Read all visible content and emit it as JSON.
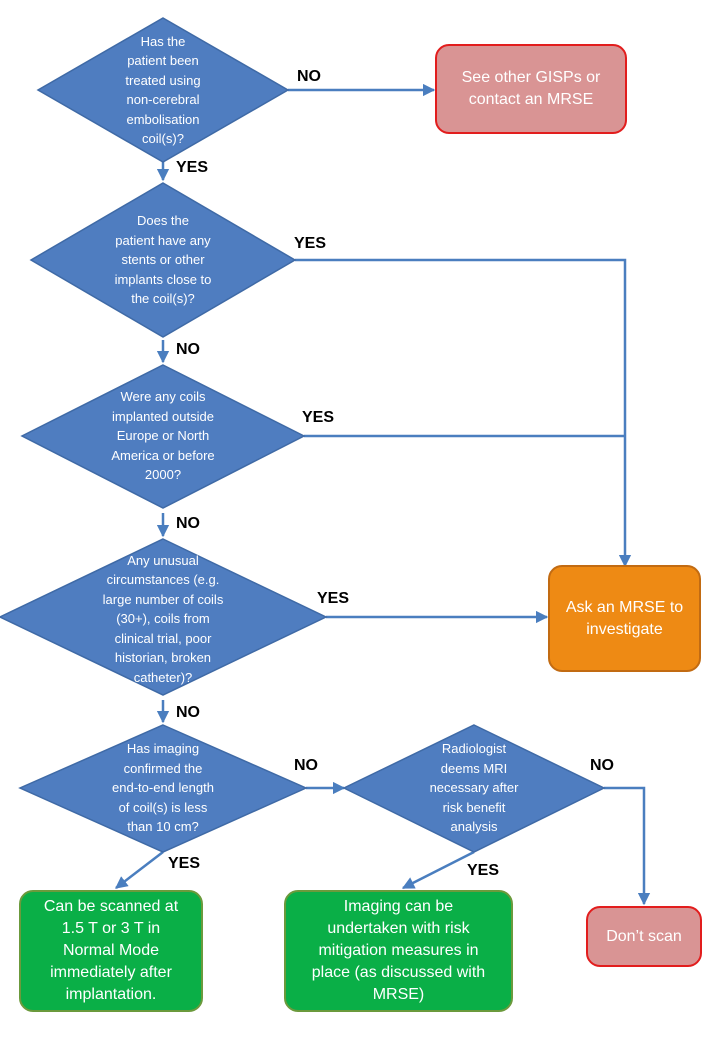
{
  "colors": {
    "diamond_fill": "#4f7dc0",
    "diamond_stroke": "#3f6aa6",
    "connector": "#4a7ebf",
    "red_box_fill": "#d99494",
    "red_box_border": "#e21d1d",
    "orange_box_fill": "#ee8a14",
    "green_box_fill": "#0aaf47"
  },
  "decisions": {
    "d1": "Has the\npatient been\ntreated using\nnon-cerebral\nembolisation\ncoil(s)?",
    "d2": "Does the\npatient have any\nstents or other\nimplants close to\nthe coil(s)?",
    "d3": "Were any coils\nimplanted outside\nEurope or North\nAmerica or before\n2000?",
    "d4": "Any unusual\ncircumstances (e.g.\nlarge number of coils\n(30+), coils from\nclinical trial, poor\nhistorian, broken\ncatheter)?",
    "d5": "Has imaging\nconfirmed the\nend-to-end length\nof coil(s) is less\nthan 10 cm?",
    "d6": "Radiologist\ndeems MRI\nnecessary after\nrisk benefit\nanalysis"
  },
  "outcomes": {
    "gisps": "See other GISPs or\ncontact an MRSE",
    "mrse": "Ask an MRSE to\ninvestigate",
    "scan_normal": "Can be scanned at\n1.5 T or 3 T in\nNormal Mode\nimmediately after\nimplantation.",
    "risk_mitigation": "Imaging can be\nundertaken with  risk\nmitigation measures in\nplace (as discussed with\nMRSE)",
    "dont_scan": "Don’t scan"
  },
  "labels": {
    "d1_no": "NO",
    "d1_yes": "YES",
    "d2_yes": "YES",
    "d2_no": "NO",
    "d3_yes": "YES",
    "d3_no": "NO",
    "d4_yes": "YES",
    "d4_no": "NO",
    "d5_no": "NO",
    "d5_yes": "YES",
    "d6_no": "NO",
    "d6_yes": "YES"
  }
}
